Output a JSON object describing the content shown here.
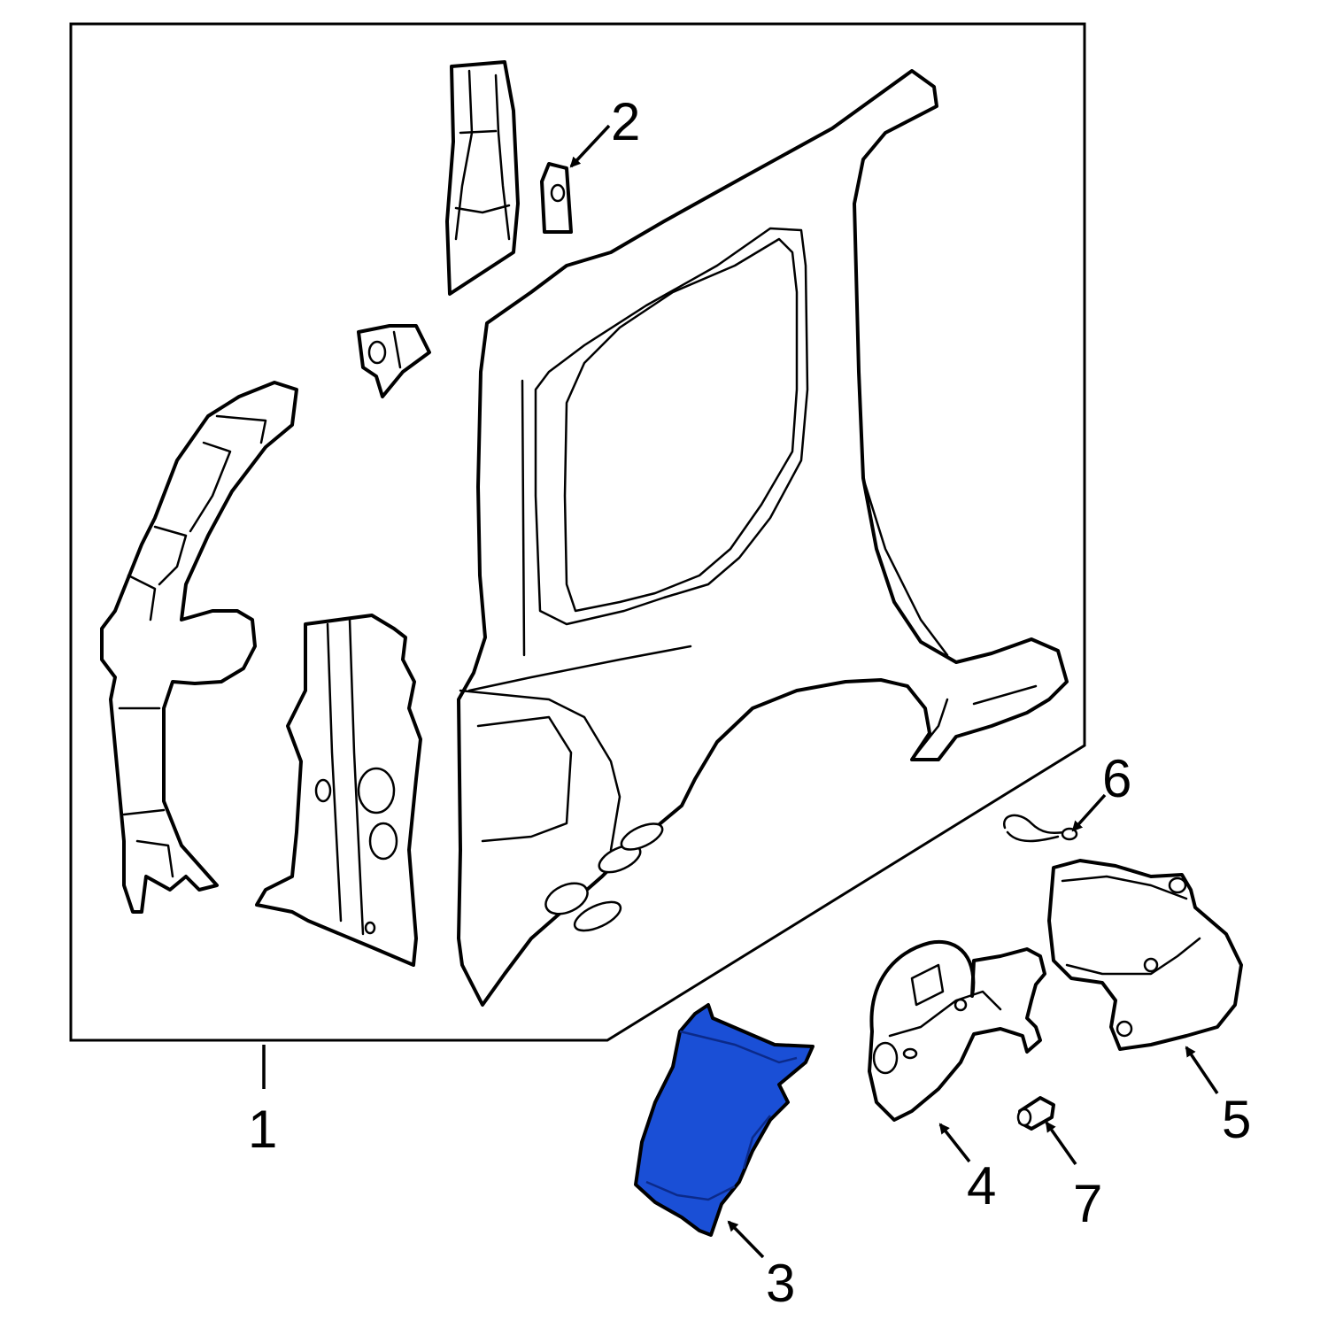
{
  "callouts": {
    "c1": "1",
    "c2": "2",
    "c3": "3",
    "c4": "4",
    "c5": "5",
    "c6": "6",
    "c7": "7"
  },
  "highlight_color": "#1a4fd6",
  "line_color": "#000000",
  "background_color": "#ffffff"
}
